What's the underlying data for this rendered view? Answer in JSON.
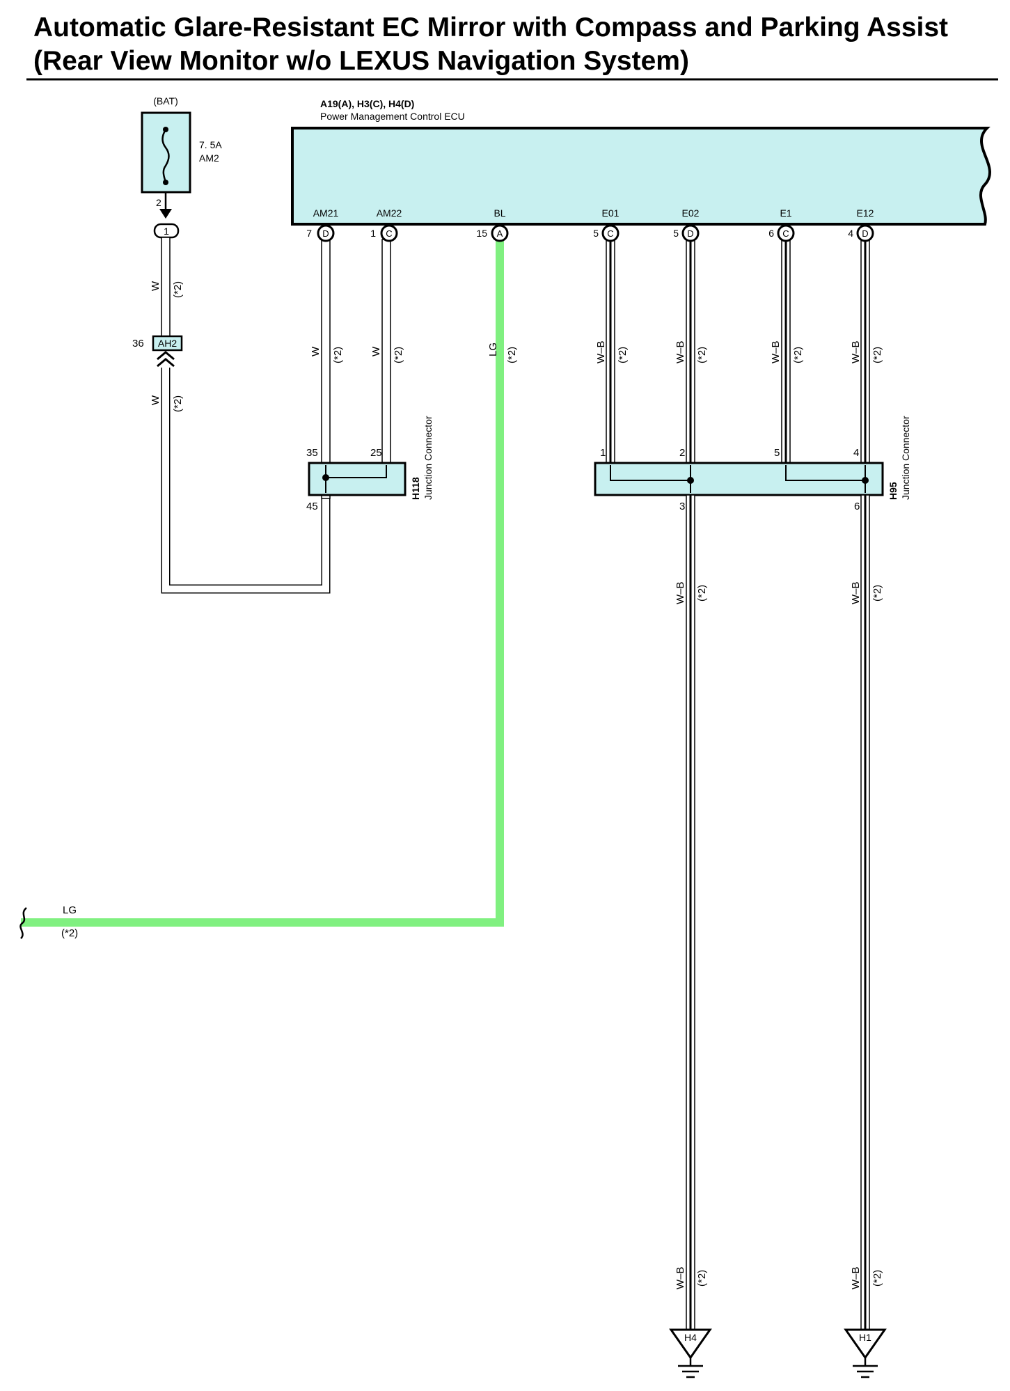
{
  "title": {
    "line1": "Automatic Glare-Resistant EC Mirror with Compass and Parking Assist",
    "line2": "(Rear View Monitor w/o LEXUS Navigation System)"
  },
  "fuse": {
    "source": "(BAT)",
    "rating": "7. 5A",
    "name": "AM2",
    "pin": "2",
    "connector": "1"
  },
  "ah2": {
    "label": "AH2",
    "pin": "36"
  },
  "ecu": {
    "codes": "A19(A), H3(C), H4(D)",
    "name": "Power Management Control ECU",
    "color": "#c8f0f0",
    "terminals": [
      {
        "label": "AM21",
        "pin": "7",
        "conn": "D"
      },
      {
        "label": "AM22",
        "pin": "1",
        "conn": "C"
      },
      {
        "label": "BL",
        "pin": "15",
        "conn": "A"
      },
      {
        "label": "E01",
        "pin": "5",
        "conn": "C"
      },
      {
        "label": "E02",
        "pin": "5",
        "conn": "D"
      },
      {
        "label": "E1",
        "pin": "6",
        "conn": "C"
      },
      {
        "label": "E12",
        "pin": "4",
        "conn": "D"
      }
    ]
  },
  "wires": {
    "w": "W",
    "lg": "LG",
    "wb": "W–B",
    "note": "(*2)",
    "lg_color": "#80f080"
  },
  "h118": {
    "id": "H118",
    "name": "Junction Connector",
    "pins": [
      "35",
      "25",
      "45"
    ]
  },
  "h95": {
    "id": "H95",
    "name": "Junction Connector",
    "pins": [
      "1",
      "2",
      "5",
      "4",
      "3",
      "6"
    ]
  },
  "grounds": [
    "H4",
    "H1"
  ]
}
